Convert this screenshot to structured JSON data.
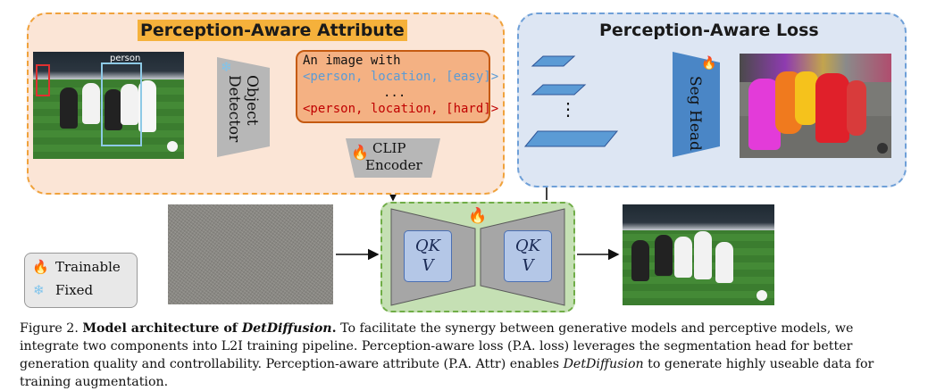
{
  "attr_section": {
    "title": "Perception-Aware Attribute"
  },
  "loss_section": {
    "title": "Perception-Aware Loss"
  },
  "input_image": {
    "box_label": "person"
  },
  "object_detector": {
    "line1": "Object",
    "line2": "Detector",
    "icon": "snowflake-icon"
  },
  "prompt": {
    "line1": "An image with",
    "line2": "<person, location, [easy]>",
    "line3": "...",
    "line4": "<person, location, [hard]>",
    "easy_color": "#5b9bd5",
    "hard_color": "#c00000"
  },
  "clip_encoder": {
    "line1": "CLIP",
    "line2": "Encoder",
    "icon": "flame-icon"
  },
  "seg_head": {
    "label": "Seg Head",
    "icon": "flame-icon"
  },
  "unet": {
    "left_q": "QK",
    "left_v": "V",
    "right_q": "QK",
    "right_v": "V",
    "icon": "flame-icon"
  },
  "feature_stack": {
    "dots": "⋮"
  },
  "legend": {
    "trainable": "Trainable",
    "fixed": "Fixed"
  },
  "caption": {
    "fig": "Figure 2.",
    "bold": "Model architecture of ",
    "bold_italic": "DetDiffusion",
    "bold_end": ".",
    "text1": " To facilitate the synergy between generative models and perceptive models, we integrate two components into L2I training pipeline. Perception-aware loss (P.A. loss) leverages the segmentation head for better generation quality and controllability. Perception-aware attribute (P.A. Attr) enables ",
    "italic": "DetDiffusion",
    "text2": " to generate highly useable data for training augmentation."
  },
  "colors": {
    "attr_bg": "#fbe5d6",
    "attr_border": "#f0a23c",
    "loss_bg": "#dde6f3",
    "loss_border": "#6fa0d8",
    "unet_bg": "#c5e0b4",
    "unet_border": "#70ad47"
  }
}
